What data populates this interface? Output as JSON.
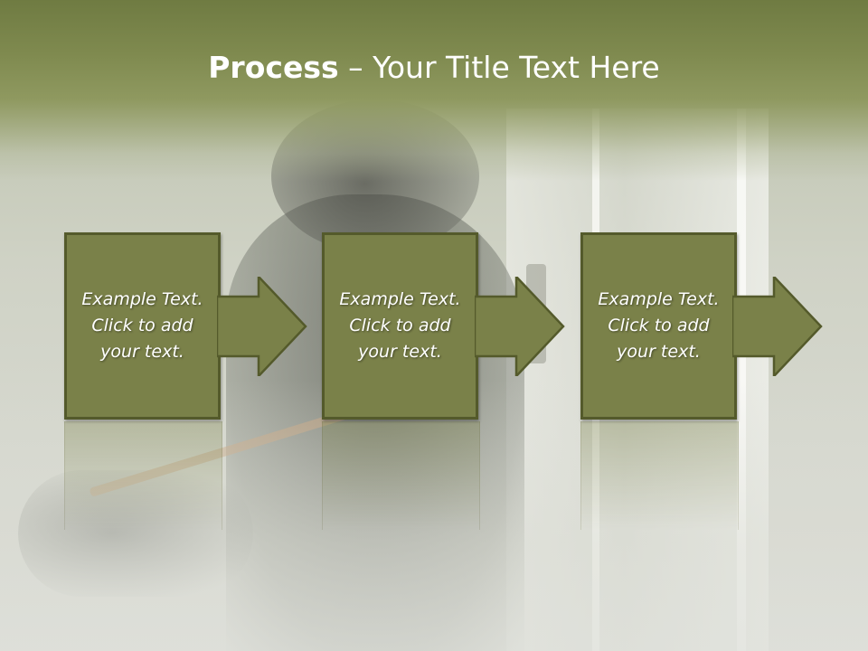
{
  "slide": {
    "title_bold": "Process",
    "title_rest": " – Your Title Text Here"
  },
  "steps": [
    {
      "text": "Example Text.\nClick  to add\nyour text."
    },
    {
      "text": "Example Text.\nClick  to add\nyour text."
    },
    {
      "text": "Example Text.\nClick  to add\nyour text."
    }
  ],
  "colors": {
    "box_fill": "#7a8149",
    "box_border": "#545a2b",
    "title_bar": "#7f8a4f"
  }
}
